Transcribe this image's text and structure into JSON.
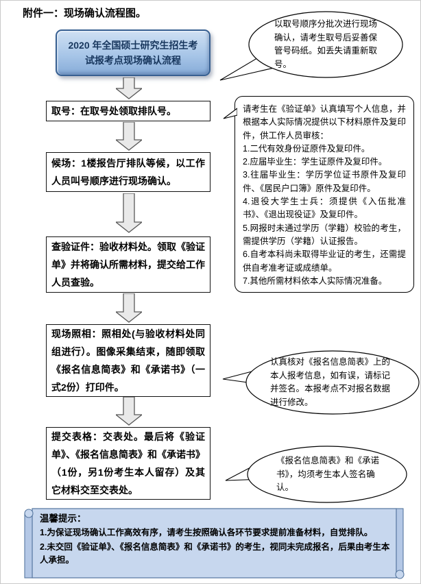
{
  "page": {
    "heading": "附件一：现场确认流程图。"
  },
  "flow": {
    "title": "2020 年全国硕士研究生招生考试报考点现场确认流程",
    "steps": [
      "取号：在取号处领取排队号。",
      "候场：1楼报告厅排队等候，以工作人员叫号顺序进行现场确认。",
      "查验证件：验收材料处。领取《验证单》并将确认所需材料，提交给工作人员查验。",
      "现场照相：照相处(与验收材料处同组进行）。图像采集结束，随即领取《报名信息简表》和《承诺书》（一式2份）打印件。",
      "提交表格：交表处。最后将《验证单》、《报名信息简表》和《承诺书》（1份，另1份考生本人留存）及其它材料交至交表处。"
    ]
  },
  "callouts": {
    "take_number": "以取号顺序分批次进行现场确认，请考生取号后妥善保管号码纸。如丢失请重新取号。",
    "materials": {
      "intro": "请考生在《验证单》认真填写个人信息，并根据本人实际情况提供以下材料原件及复印件，供工作人员审核：",
      "items": [
        "1.二代有效身份证原件及复印件。",
        "2.应届毕业生：学生证原件及复印件。",
        "3.往届毕业生：学历学位证书原件及复印件、《居民户口簿》原件及复印件。",
        "4.退役大学生士兵：须提供《入伍批准书》、《退出现役证》及复印件。",
        "5.网报时未通过学历（学籍）校验的考生，需提供学历（学籍）认证报告。",
        "6.自考本科尚未取得毕业证的考生，还需提供自考准考证或成绩单。",
        "7.其他所需材料依本人实际情况准备。"
      ]
    },
    "check_info": "认真核对《报名信息简表》上的本人报考信息，如有误，请标记并签名。本报考点不对报名数据进行修改。",
    "signature": "《报名信息简表》和《承诺书》，均须考生本人签名确认。"
  },
  "tips": {
    "title": "温馨提示：",
    "lines": [
      "1.为保证现场确认工作高效有序，请考生按照确认各环节要求提前准备材料，自觉排队。",
      "2.未交回《验证单》、《报名信息简表》和《承诺书》的考生，视同未完成报名，后果由考生本人承担。"
    ]
  },
  "colors": {
    "title_box_border": "#365f91",
    "title_box_fill": "#a8c6e8",
    "flow_box_border": "#111111",
    "scroll_fill": "#c7d7ee",
    "scroll_border": "#55769f",
    "arrow_fill": "#e9e9e9",
    "arrow_stroke": "#595959"
  }
}
